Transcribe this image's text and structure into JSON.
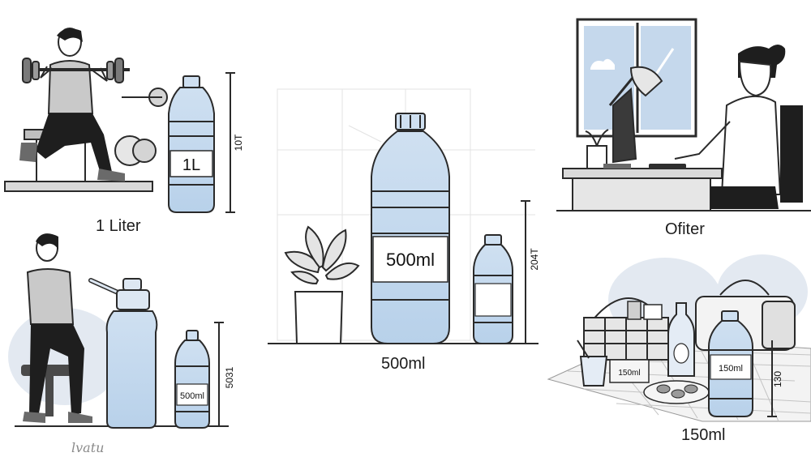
{
  "captions": {
    "gym": "1 Liter",
    "center": "500ml",
    "office": "Ofiter",
    "picnic": "150ml"
  },
  "bottle_labels": {
    "gym_bottle": "1L",
    "center_big": "500ml",
    "step_small": "500ml",
    "picnic_small": "150ml",
    "picnic_tag": "150ml"
  },
  "scale_labels": {
    "gym": "10T",
    "center": "204T",
    "step": "5031",
    "picnic": "130"
  },
  "scribble": "lvatu"
}
